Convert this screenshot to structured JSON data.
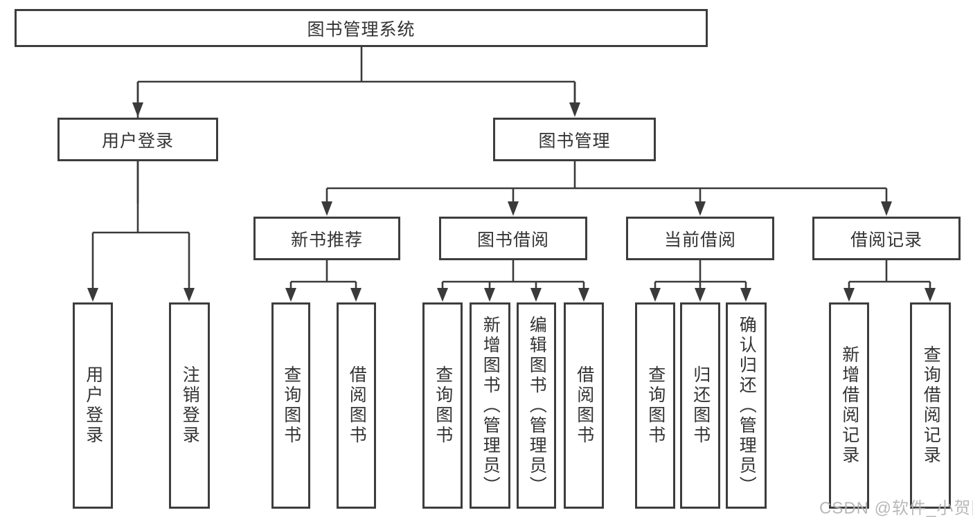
{
  "diagram": {
    "type": "hierarchy-tree",
    "title": "图书管理系统",
    "level2": [
      {
        "id": "user-login",
        "label": "用户登录"
      },
      {
        "id": "book-management",
        "label": "图书管理"
      }
    ],
    "level3": [
      {
        "id": "new-book-recommend",
        "parent": "book-management",
        "label": "新书推荐"
      },
      {
        "id": "book-borrow",
        "parent": "book-management",
        "label": "图书借阅"
      },
      {
        "id": "current-borrow",
        "parent": "book-management",
        "label": "当前借阅"
      },
      {
        "id": "borrow-records",
        "parent": "book-management",
        "label": "借阅记录"
      }
    ],
    "leaves": [
      {
        "parent": "user-login",
        "label": "用户登录"
      },
      {
        "parent": "user-login",
        "label": "注销登录"
      },
      {
        "parent": "new-book-recommend",
        "label": "查询图书"
      },
      {
        "parent": "new-book-recommend",
        "label": "借阅图书"
      },
      {
        "parent": "book-borrow",
        "label": "查询图书"
      },
      {
        "parent": "book-borrow",
        "label": "新增图书（管理员）"
      },
      {
        "parent": "book-borrow",
        "label": "编辑图书（管理员）"
      },
      {
        "parent": "book-borrow",
        "label": "借阅图书"
      },
      {
        "parent": "current-borrow",
        "label": "查询图书"
      },
      {
        "parent": "current-borrow",
        "label": "归还图书"
      },
      {
        "parent": "current-borrow",
        "label": "确认归还（管理员）"
      },
      {
        "parent": "borrow-records",
        "label": "新增借阅记录"
      },
      {
        "parent": "borrow-records",
        "label": "查询借阅记录"
      }
    ],
    "watermark": "CSDN @软件_小贺同学",
    "colors": {
      "border": "#3d3d3d",
      "line": "#3a3a3a",
      "text": "#333333",
      "watermark": "#b2b2b2",
      "background": "#ffffff"
    }
  }
}
